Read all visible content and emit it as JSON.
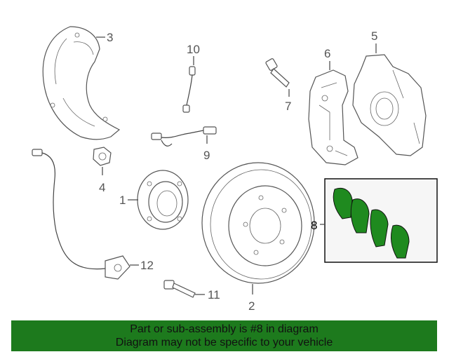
{
  "callouts": {
    "c1": "1",
    "c2": "2",
    "c3": "3",
    "c4": "4",
    "c5": "5",
    "c6": "6",
    "c7": "7",
    "c8": "8",
    "c9": "9",
    "c10": "10",
    "c11": "11",
    "c12": "12"
  },
  "banner": {
    "line1": "Part or sub-assembly is #8 in diagram",
    "line2": "Diagram may not be specific to your vehicle"
  },
  "colors": {
    "banner_bg": "#1d7a1d",
    "highlight_pad": "#1f8a1f",
    "inset_bg": "#f6f6f6"
  }
}
